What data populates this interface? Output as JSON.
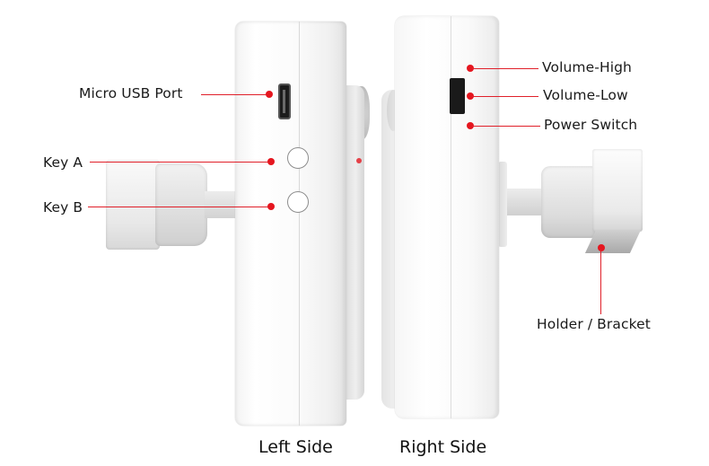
{
  "figure": {
    "type": "product-callout-diagram",
    "accent_color": "#e5161f",
    "text_color": "#1a1a1a",
    "background": "#ffffff"
  },
  "views": [
    {
      "id": "left",
      "caption": "Left Side"
    },
    {
      "id": "right",
      "caption": "Right Side"
    }
  ],
  "callouts": {
    "micro_usb": "Micro USB Port",
    "key_a": "Key A",
    "key_b": "Key B",
    "volume_high": "Volume-High",
    "volume_low": "Volume-Low",
    "power_switch": "Power Switch",
    "holder": "Holder / Bracket"
  }
}
